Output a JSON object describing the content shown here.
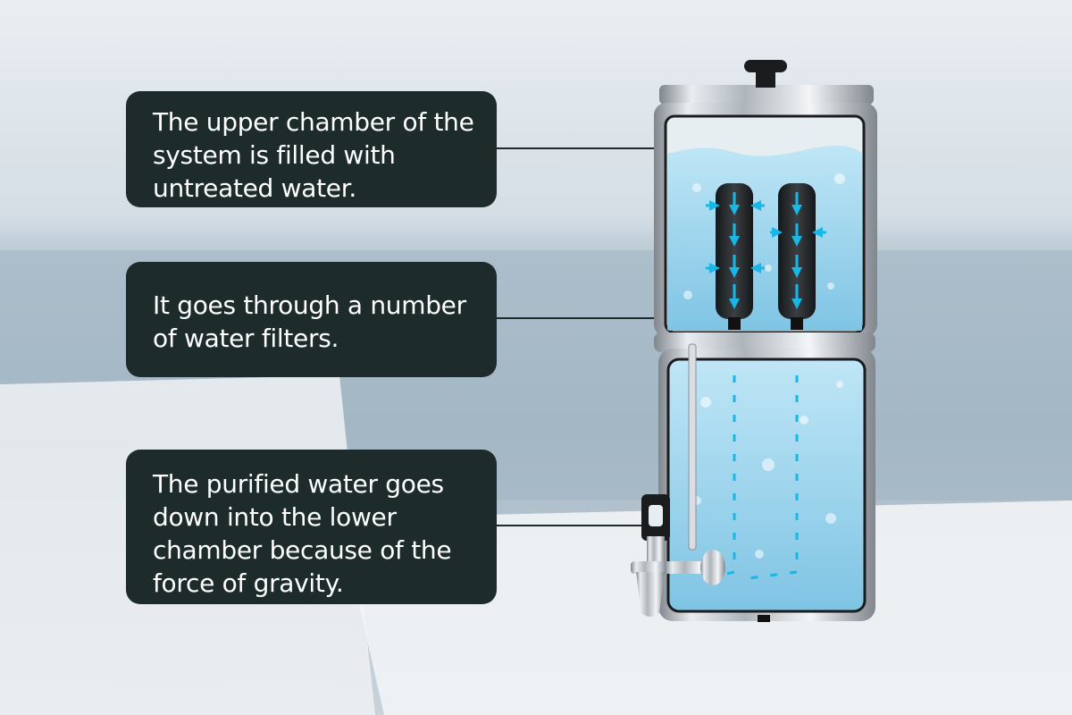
{
  "callouts": [
    {
      "text": "The upper chamber of the system is filled with untreated water."
    },
    {
      "text": "It goes through a number of water filters."
    },
    {
      "text": "The purified water goes down into the lower chamber because of the force of gravity."
    }
  ],
  "colors": {
    "callout_bg": "#1d2b2a",
    "callout_text": "#ffffff",
    "water": "#8fd0ec",
    "flow_arrow": "#19b7e6",
    "steel": "#c9ced3",
    "filter": "#2a2e31"
  },
  "icons": [
    "lid-knob-icon",
    "faucet-icon",
    "flow-arrow-icon"
  ]
}
